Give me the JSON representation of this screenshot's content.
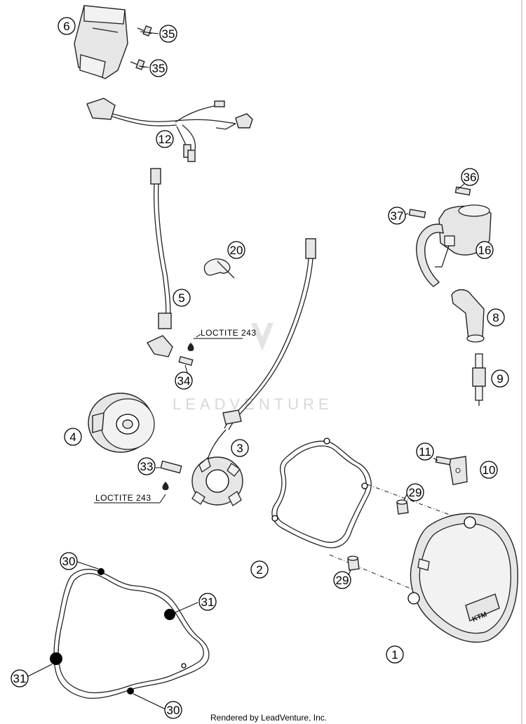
{
  "diagram": {
    "callouts": {
      "c1": "1",
      "c2": "2",
      "c3": "3",
      "c4": "4",
      "c5": "5",
      "c6": "6",
      "c8": "8",
      "c9": "9",
      "c10": "10",
      "c11": "11",
      "c12": "12",
      "c16": "16",
      "c20": "20",
      "c29a": "29",
      "c29b": "29",
      "c30a": "30",
      "c30b": "30",
      "c31a": "31",
      "c31b": "31",
      "c33": "33",
      "c34": "34",
      "c35a": "35",
      "c35b": "35",
      "c36": "36",
      "c37": "37"
    },
    "loctite_upper": "LOCTITE 243",
    "loctite_lower": "LOCTITE 243",
    "watermark": "LEADVENTURE",
    "footer": "Rendered by LeadVenture, Inc."
  }
}
